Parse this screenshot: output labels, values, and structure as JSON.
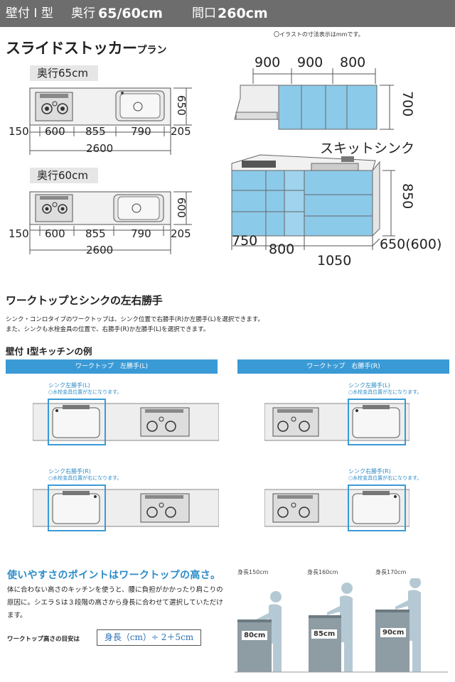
{
  "header": {
    "type": "壁付 I 型",
    "depth_label": "奥行",
    "depth_value": "65/60cm",
    "frontage_label": "間口",
    "frontage_value": "260cm"
  },
  "illustration_note": "〇イラストの寸法表示はmmです。",
  "plan": {
    "title": "スライドストッカー",
    "suffix": "プラン"
  },
  "top_views": [
    {
      "label": "奥行65cm",
      "depth": "650",
      "widths": [
        "150",
        "600",
        "855",
        "790",
        "205"
      ],
      "total": "2600"
    },
    {
      "label": "奥行60cm",
      "depth": "600",
      "widths": [
        "150",
        "600",
        "855",
        "790",
        "205"
      ],
      "total": "2600"
    }
  ],
  "perspective": {
    "upper_widths": [
      "900",
      "900",
      "800"
    ],
    "upper_height": "700",
    "sink_label": "スキットシンク",
    "counter_height": "850",
    "lower_widths": [
      "750",
      "800",
      "1050"
    ],
    "depth": "650(600)"
  },
  "worktop_section": {
    "title": "ワークトップとシンクの左右勝手",
    "line1": "シンク・コンロタイプのワークトップは、シンク位置で右勝手(R)か左勝手(L)を選択できます。",
    "line2": "また、シンクも水栓金具の位置で、右勝手(R)か左勝手(L)を選択できます。",
    "example_title": "壁付 I型キッチンの例",
    "left_bar": "ワークトップ　左勝手(L)",
    "right_bar": "ワークトップ　右勝手(R)",
    "sink_left": "シンク左勝手(L)",
    "sink_left_note": "水栓金具位置が左になります。",
    "sink_right": "シンク右勝手(R)",
    "sink_right_note": "水栓金具位置が右になります。"
  },
  "height_section": {
    "title": "使いやすさのポイントはワークトップの高さ。",
    "body1": "体に合わない高さのキッチンを使うと、腰に負担がかかったり肩こりの",
    "body2": "原因に。シエラＳは３段階の高さから身長に合わせて選択していただけ",
    "body3": "ます。",
    "guide_label": "ワークトップ高さの目安は",
    "formula": "身長（cm）÷ 2＋5cm",
    "examples": [
      {
        "height": "身長150cm",
        "counter": "80cm"
      },
      {
        "height": "身長160cm",
        "counter": "85cm"
      },
      {
        "height": "身長170cm",
        "counter": "90cm"
      }
    ]
  },
  "colors": {
    "header_bg": "#6d6d6d",
    "accent_blue": "#3a9ad5",
    "cabinet_blue": "#8ccaea",
    "text_blue": "#2a8bc8"
  }
}
